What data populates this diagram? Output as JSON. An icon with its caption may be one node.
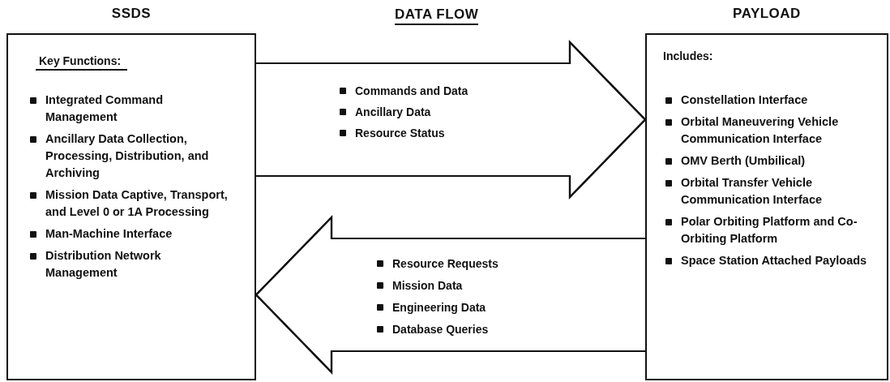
{
  "diagram": {
    "nodes": [
      {
        "text": [
          "SSDS",
          "Key Functions:",
          "Integrated Command Management",
          "Ancillary Data Collection, Processing, Distribution, and Archiving",
          "Mission Data Captive, Transport, and Level 0 or 1A Processing",
          "Man-Machine Interface",
          "Distribution Network Management"
        ]
      },
      {
        "text": [
          "PAYLOAD",
          "Includes:",
          "Constellation Interface",
          "Orbital Maneuvering Vehicle Communication Interface",
          "OMV Berth (Umbilical)",
          "Orbital Transfer Vehicle Communication Interface",
          "Polar Orbiting Platform and Co-Orbiting Platform",
          "Space Station Attached Payloads"
        ]
      }
    ],
    "edges": [
      {
        "from": 0,
        "to": 1,
        "arrow": "to"
      },
      {
        "from": 1,
        "to": 0,
        "arrow": "to"
      }
    ],
    "labels": [
      "DATA FLOW",
      "Commands and Data",
      "Ancillary Data",
      "Resource Status",
      "Resource Requests",
      "Mission Data",
      "Engineering Data",
      "Database Queries"
    ]
  }
}
